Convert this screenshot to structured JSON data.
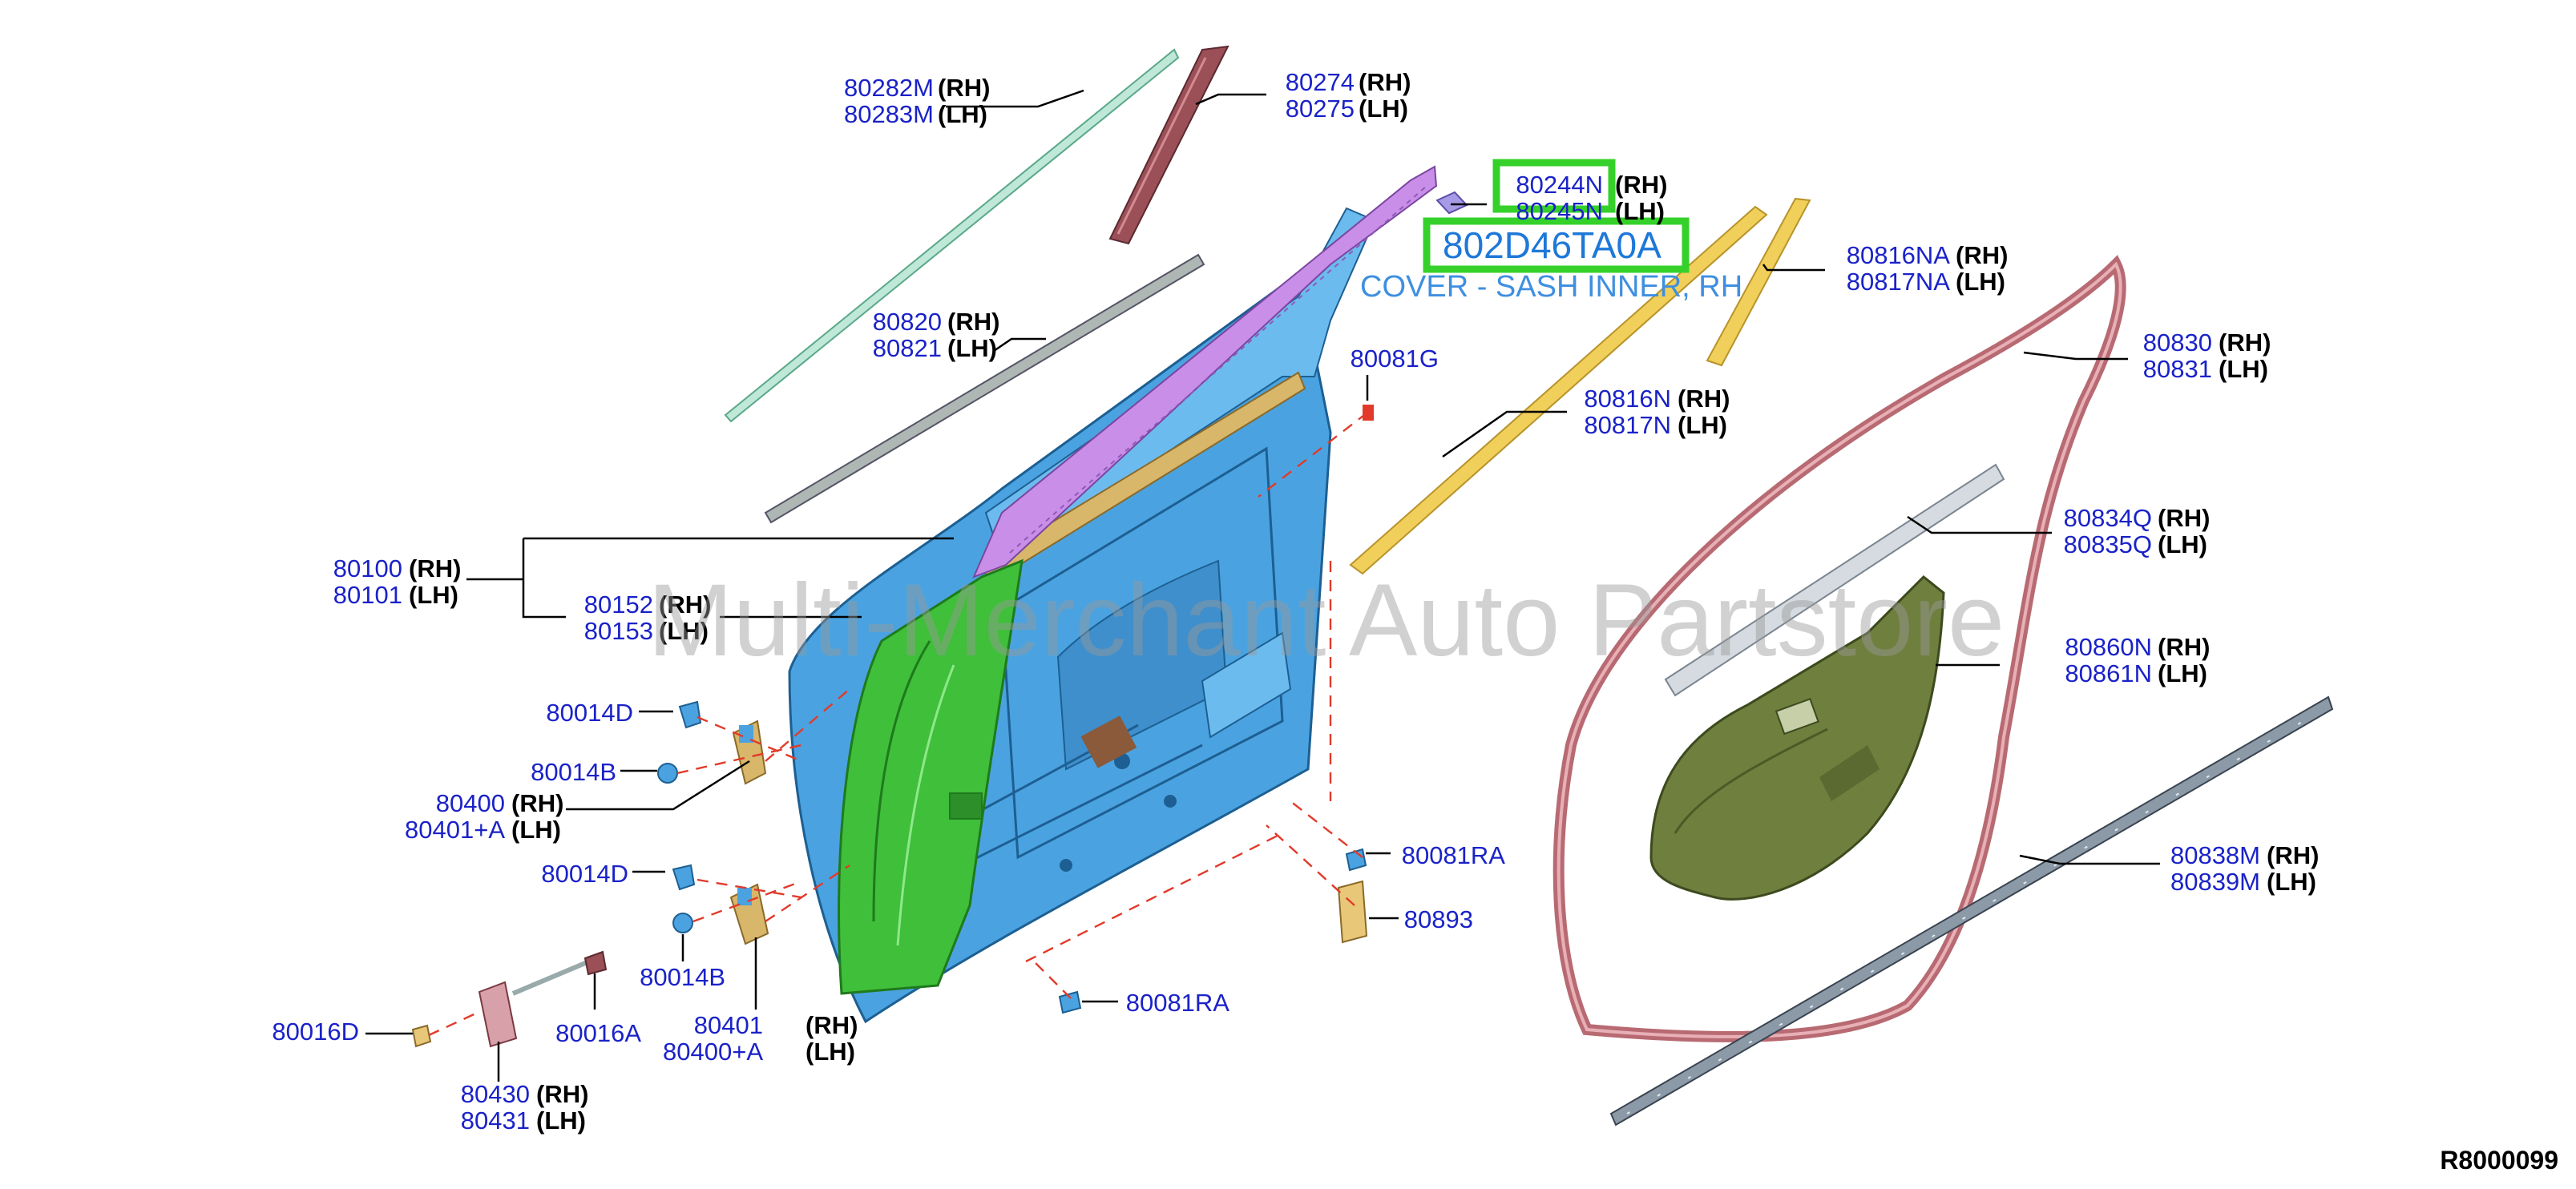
{
  "watermark": "Multi-Merchant Auto Partstore",
  "diagram_ref": "R8000099",
  "highlight": {
    "part_number": "802D46TA0A",
    "description": "COVER - SASH INNER, RH"
  },
  "colors": {
    "part_number_text": "#1a22c8",
    "highlight_box": "#35d12a",
    "highlight_text": "#1e78d8",
    "door_panel": "#4aa3e0",
    "hinge_pillar": "#3fbf3a",
    "sash": "#c98fe8",
    "weatherstrip": "#b86a72",
    "moulding": "#f0cf5a"
  },
  "labels": [
    {
      "id": "80282M",
      "lines": [
        [
          "80282M",
          "(RH)"
        ],
        [
          "80283M",
          "(LH)"
        ]
      ]
    },
    {
      "id": "80274",
      "lines": [
        [
          "80274",
          "(RH)"
        ],
        [
          "80275",
          "(LH)"
        ]
      ]
    },
    {
      "id": "80244N",
      "lines": [
        [
          "80244N",
          "(RH)"
        ],
        [
          "80245N",
          "(LH)"
        ]
      ]
    },
    {
      "id": "80816NA",
      "lines": [
        [
          "80816NA",
          "(RH)"
        ],
        [
          "80817NA",
          "(LH)"
        ]
      ]
    },
    {
      "id": "80820",
      "lines": [
        [
          "80820",
          "(RH)"
        ],
        [
          "80821",
          "(LH)"
        ]
      ]
    },
    {
      "id": "80081G",
      "lines": [
        [
          "80081G",
          ""
        ]
      ]
    },
    {
      "id": "80816N",
      "lines": [
        [
          "80816N",
          "(RH)"
        ],
        [
          "80817N",
          "(LH)"
        ]
      ]
    },
    {
      "id": "80830",
      "lines": [
        [
          "80830",
          "(RH)"
        ],
        [
          "80831",
          "(LH)"
        ]
      ]
    },
    {
      "id": "80834Q",
      "lines": [
        [
          "80834Q",
          "(RH)"
        ],
        [
          "80835Q",
          "(LH)"
        ]
      ]
    },
    {
      "id": "80100",
      "lines": [
        [
          "80100",
          "(RH)"
        ],
        [
          "80101",
          "(LH)"
        ]
      ]
    },
    {
      "id": "80152",
      "lines": [
        [
          "80152",
          "(RH)"
        ],
        [
          "80153",
          "(LH)"
        ]
      ]
    },
    {
      "id": "80860N",
      "lines": [
        [
          "80860N",
          "(RH)"
        ],
        [
          "80861N",
          "(LH)"
        ]
      ]
    },
    {
      "id": "80014D-upper",
      "lines": [
        [
          "80014D",
          ""
        ]
      ]
    },
    {
      "id": "80014B-upper",
      "lines": [
        [
          "80014B",
          ""
        ]
      ]
    },
    {
      "id": "80400-upper",
      "lines": [
        [
          "80400",
          "(RH)"
        ],
        [
          "80401+A",
          "(LH)"
        ]
      ]
    },
    {
      "id": "80081RA-right",
      "lines": [
        [
          "80081RA",
          ""
        ]
      ]
    },
    {
      "id": "80014D-lower",
      "lines": [
        [
          "80014D",
          ""
        ]
      ]
    },
    {
      "id": "80838M",
      "lines": [
        [
          "80838M",
          "(RH)"
        ],
        [
          "80839M",
          "(LH)"
        ]
      ]
    },
    {
      "id": "80893",
      "lines": [
        [
          "80893",
          ""
        ]
      ]
    },
    {
      "id": "80014B-lower",
      "lines": [
        [
          "80014B",
          ""
        ]
      ]
    },
    {
      "id": "80401-lower",
      "lines": [
        [
          "80401",
          "(RH)"
        ],
        [
          "80400+A",
          "(LH)"
        ]
      ]
    },
    {
      "id": "80081RA-bottom",
      "lines": [
        [
          "80081RA",
          ""
        ]
      ]
    },
    {
      "id": "80016D",
      "lines": [
        [
          "80016D",
          ""
        ]
      ]
    },
    {
      "id": "80016A",
      "lines": [
        [
          "80016A",
          ""
        ]
      ]
    },
    {
      "id": "80430",
      "lines": [
        [
          "80430",
          "(RH)"
        ],
        [
          "80431",
          "(LH)"
        ]
      ]
    }
  ]
}
